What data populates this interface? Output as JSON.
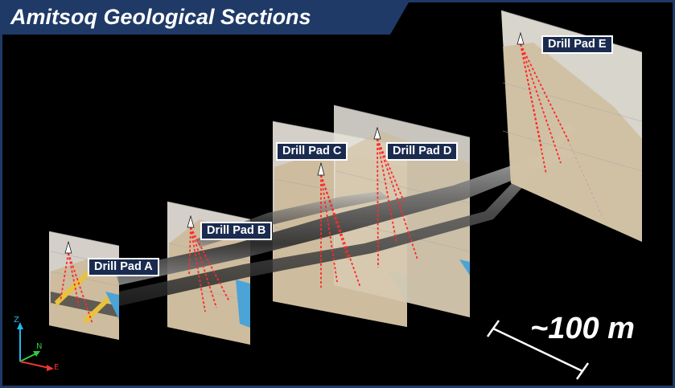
{
  "title": "Amitsoq Geological Sections",
  "drill_pads": [
    {
      "label": "Drill Pad A"
    },
    {
      "label": "Drill Pad B"
    },
    {
      "label": "Drill Pad C"
    },
    {
      "label": "Drill Pad D"
    },
    {
      "label": "Drill Pad E"
    }
  ],
  "scale_bar": {
    "label": "~100 m"
  },
  "axes": {
    "z": "Z",
    "n": "N",
    "e": "E"
  },
  "colors": {
    "frame": "#1f3a67",
    "label_bg": "#1a2b4f",
    "drill_trace": "#ff2a2a",
    "section_fill": "#e3ddd3",
    "host_rock": "#c9b391",
    "graphite_layer": "#4a4a4a"
  }
}
